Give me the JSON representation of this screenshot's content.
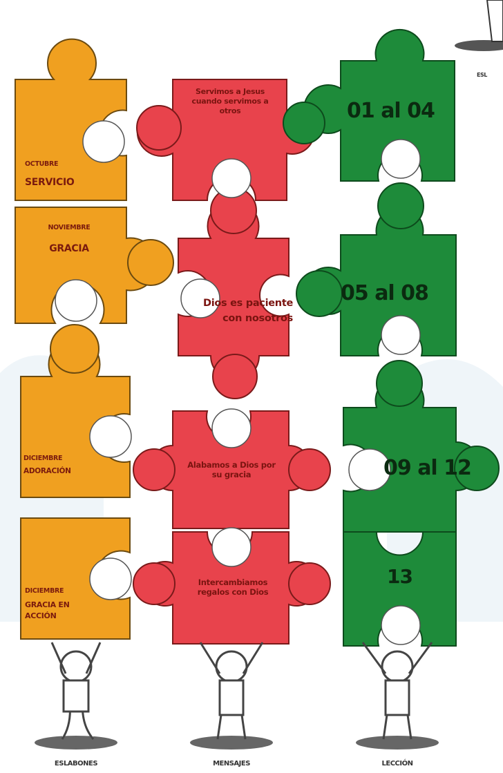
{
  "columns": {
    "links": "ESLABONES",
    "messages": "MENSAJES",
    "lesson": "LECCIÓN",
    "top_right_partial": "ESL"
  },
  "rows": [
    {
      "month": "OCTUBRE",
      "theme": "SERVICIO",
      "message": "Servimos a Jesus cuando servimos a otros",
      "lessons": "01 al 04"
    },
    {
      "month": "NOVIEMBRE",
      "theme": "GRACIA",
      "message": "Dios es paciente con nosotros",
      "lessons": "05 al 08"
    },
    {
      "month": "DICIEMBRE",
      "theme": "ADORACIÓN",
      "message": "Alabamos a Dios por su gracia",
      "lessons": "09 al 12"
    },
    {
      "month": "DICIEMBRE",
      "theme": "GRACIA EN ACCIÓN",
      "message": "Intercambiamos regalos con Dios",
      "lessons": "13"
    }
  ],
  "colors": {
    "orange": "#f0a020",
    "red": "#e8434c",
    "green": "#1e8b3a",
    "outline": "#3a2a1a"
  },
  "icons": [
    "person-lifting-icon"
  ]
}
